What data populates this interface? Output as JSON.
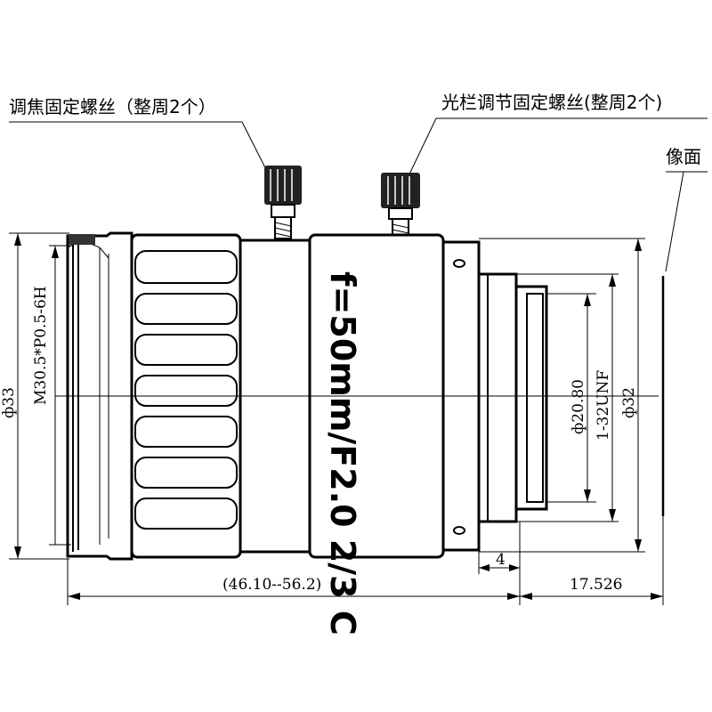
{
  "callouts": {
    "focus_screw": "调焦固定螺丝（整周2个）",
    "iris_screw": "光栏调节固定螺丝(整周2个)",
    "image_plane": "像面"
  },
  "engraving": "f=50mm/F2.0  2/3 C",
  "dimensions": {
    "front_diameter": "ф33",
    "filter_thread": "M30.5*P0.5-6H",
    "rear_diameter": "ф32",
    "mount_thread": "1-32UNF",
    "mount_diameter": "ф20.80",
    "length_range": "(46.10--56.2)",
    "back_focal": "17.526",
    "flange_step": "4"
  }
}
